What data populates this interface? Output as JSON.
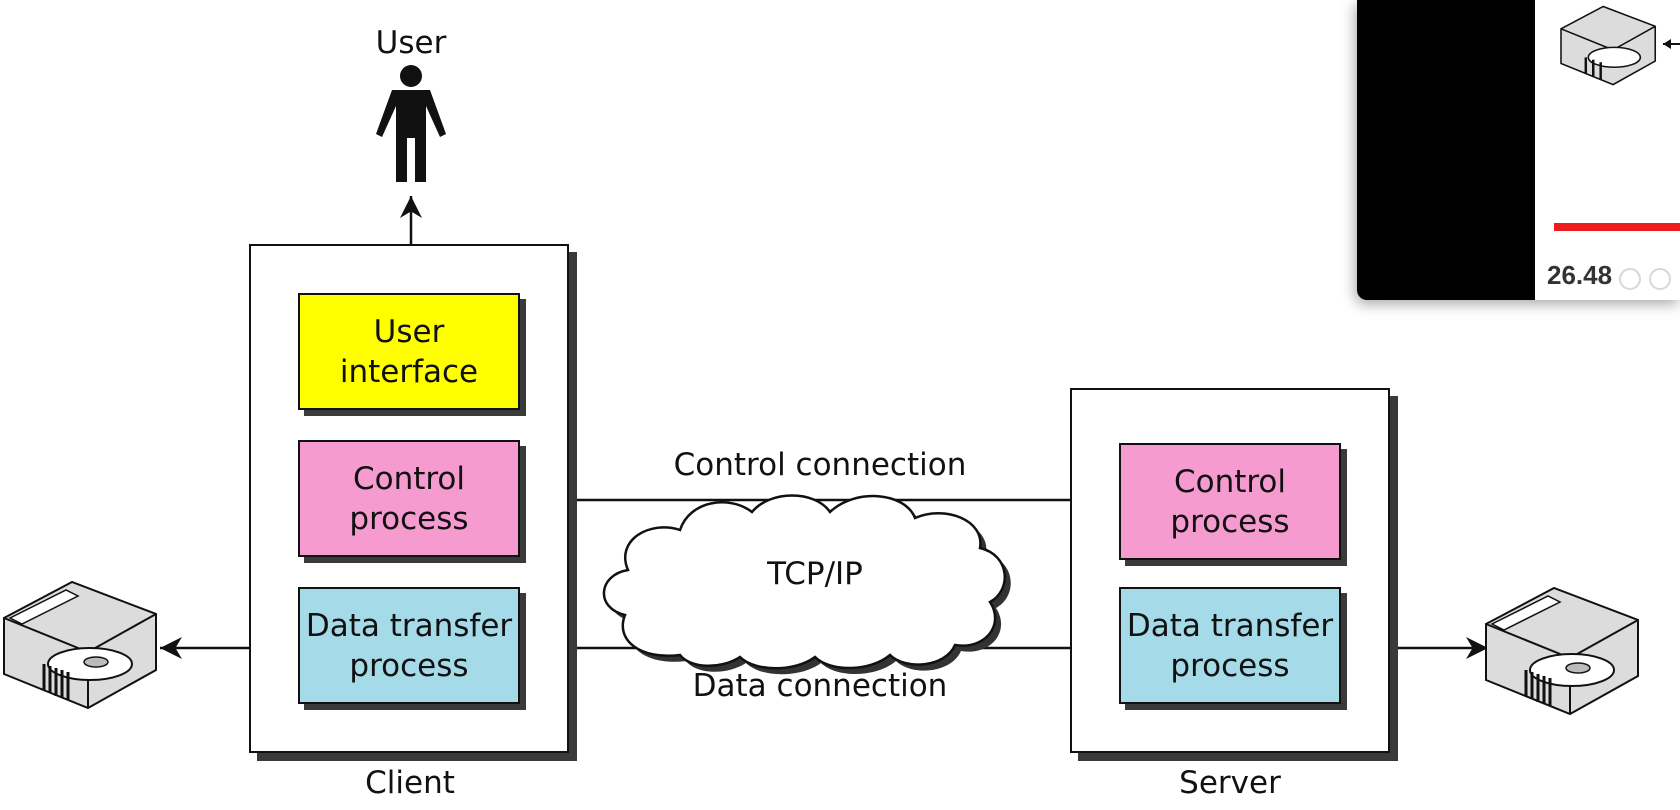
{
  "user": {
    "label": "User"
  },
  "client": {
    "label": "Client",
    "user_interface": "User\ninterface",
    "control_process": "Control\nprocess",
    "data_transfer_process": "Data transfer\nprocess"
  },
  "server": {
    "label": "Server",
    "control_process": "Control\nprocess",
    "data_transfer_process": "Data transfer\nprocess"
  },
  "network": {
    "cloud_label": "TCP/IP",
    "control_connection": "Control connection",
    "data_connection": "Data connection"
  },
  "colors": {
    "user_interface": "#ffff00",
    "control_process": "#f59bcf",
    "data_transfer_process": "#a5dbe8"
  },
  "overlay": {
    "timestamp": "26.48",
    "progress_color": "#ee1c1c"
  }
}
